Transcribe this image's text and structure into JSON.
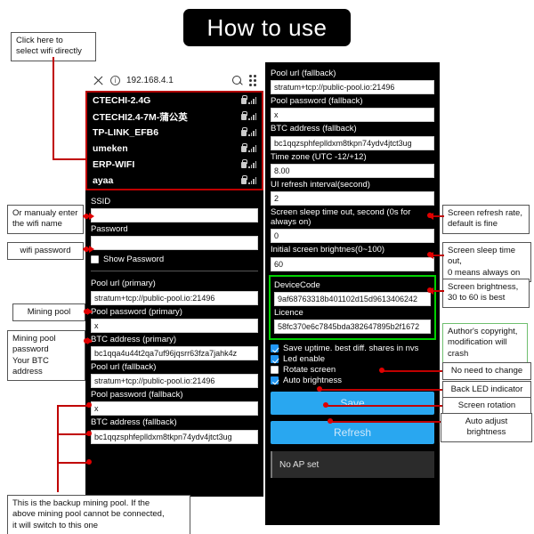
{
  "page": {
    "title": "How to use"
  },
  "browser": {
    "close_icon": "close-icon",
    "info_icon": "info-icon",
    "url": "192.168.4.1",
    "search_icon": "search-icon",
    "menu_icon": "grid-menu-icon"
  },
  "wifi_list": [
    {
      "ssid": "CTECHI-2.4G"
    },
    {
      "ssid": "CTECHI2.4-7M-蒲公英"
    },
    {
      "ssid": "TP-LINK_EFB6"
    },
    {
      "ssid": "umeken"
    },
    {
      "ssid": "ERP-WIFI"
    },
    {
      "ssid": "ayaa"
    }
  ],
  "left_form": {
    "ssid_label": "SSID",
    "ssid_value": "",
    "password_label": "Password",
    "password_value": "",
    "show_password_label": "Show Password",
    "pool_url_primary_label": "Pool url (primary)",
    "pool_url_primary_value": "stratum+tcp://public-pool.io:21496",
    "pool_pwd_primary_label": "Pool password (primary)",
    "pool_pwd_primary_value": "x",
    "btc_primary_label": "BTC address (primary)",
    "btc_primary_value": "bc1qqa4u44t2qa7uf96jqsrr63fza7jahk4z",
    "pool_url_fallback_label": "Pool url (fallback)",
    "pool_url_fallback_value": "stratum+tcp://public-pool.io:21496",
    "pool_pwd_fallback_label": "Pool password (fallback)",
    "pool_pwd_fallback_value": "x",
    "btc_fallback_label": "BTC address (fallback)",
    "btc_fallback_value": "bc1qqzsphfeplldxm8tkpn74ydv4jtct3ug"
  },
  "right_form": {
    "pool_url_fallback_label": "Pool url (fallback)",
    "pool_url_fallback_value": "stratum+tcp://public-pool.io:21496",
    "pool_pwd_fallback_label": "Pool password (fallback)",
    "pool_pwd_fallback_value": "x",
    "btc_fallback_label": "BTC address (fallback)",
    "btc_fallback_value": "bc1qqzsphfeplldxm8tkpn74ydv4jtct3ug",
    "timezone_label": "Time zone (UTC -12/+12)",
    "timezone_value": "8.00",
    "ui_refresh_label": "UI refresh interval(second)",
    "ui_refresh_value": "2",
    "sleep_label": "Screen sleep time out, second (0s for always on)",
    "sleep_value": "0",
    "brightness_label": "Initial screen brightnes(0~100)",
    "brightness_value": "60",
    "device_code_label": "DeviceCode",
    "device_code_value": "9af68763318b401102d15d9613406242",
    "licence_label": "Licence",
    "licence_value": "58fc370e6c7845bda382647895b2f1672",
    "checkboxes": [
      {
        "label": "Save uptime. best diff. shares in nvs",
        "checked": true
      },
      {
        "label": "Led enable",
        "checked": true
      },
      {
        "label": "Rotate screen",
        "checked": false
      },
      {
        "label": "Auto brightness",
        "checked": true
      }
    ],
    "save_label": "Save",
    "refresh_label": "Refresh",
    "ap_status": "No AP set"
  },
  "callouts": {
    "select_wifi": "Click here to\nselect wifi directly",
    "manual_ssid": "Or manualy enter\nthe wifi name",
    "wifi_password": "wifi password",
    "mining_pool": "Mining pool",
    "mining_pool_pwd": "Mining pool\npassword\nYour BTC address",
    "backup_pool": "This is the backup mining pool. If the\nabove mining pool cannot be connected,\nit will switch to this one",
    "screen_refresh": "Screen refresh rate,\ndefault is fine",
    "screen_sleep": "Screen sleep time out,\n0 means always on",
    "screen_brightness": "Screen brightness,\n30 to 60 is best",
    "copyright": "Author's copyright,\nmodification will\ncrash",
    "no_change": "No need to change",
    "back_led": "Back LED indicator",
    "rotation": "Screen rotation",
    "auto_bright": "Auto adjust brightness"
  },
  "colors": {
    "accent_red": "#c00000",
    "button_blue": "#29a7f0",
    "licence_green": "#00d000"
  }
}
